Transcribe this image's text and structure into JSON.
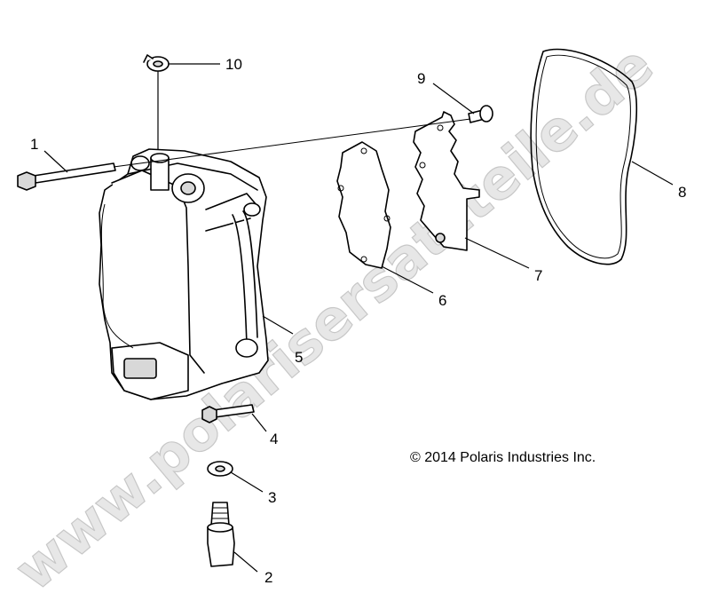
{
  "callouts": {
    "c1": "1",
    "c2": "2",
    "c3": "3",
    "c4": "4",
    "c5": "5",
    "c6": "6",
    "c7": "7",
    "c8": "8",
    "c9": "9",
    "c10": "10"
  },
  "copyright": "© 2014 Polaris Industries Inc.",
  "watermark": "www.polarisersatzteile.de"
}
